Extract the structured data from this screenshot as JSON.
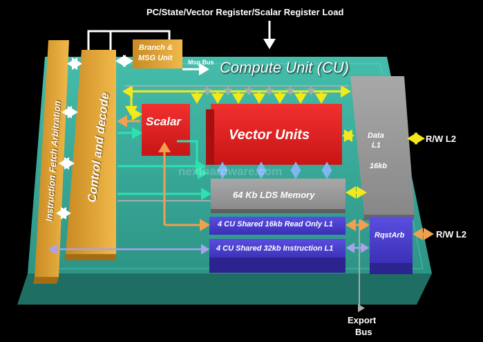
{
  "title": "PC/State/Vector Register/Scalar Register Load",
  "cu_label": "Compute Unit (CU)",
  "blocks": {
    "ifa": "Instruction Fetch Arbitration",
    "control": "Control and decode",
    "branch_line1": "Branch &",
    "branch_line2": "MSG Unit",
    "msg_bus": "Msg Bus",
    "scalar": "Scalar",
    "vector": "Vector Units",
    "data_l1_line1": "Data",
    "data_l1_line2": "L1",
    "data_l1_size": "16kb",
    "lds": "64 Kb LDS Memory",
    "ro_l1": "4 CU Shared 16kb Read Only L1",
    "instr_l1": "4 CU Shared 32kb Instruction  L1",
    "rqstarb": "RqstArb"
  },
  "ports": {
    "rw_l2_top": "R/W L2",
    "rw_l2_bottom": "R/W L2",
    "export_line1": "Export",
    "export_line2": "Bus"
  },
  "watermark": "nexthardware.com",
  "colors": {
    "board": "#3fb8a6",
    "orange_block": "#e3a93c",
    "red_block": "#e32222",
    "gray_block": "#9a9a9a",
    "purple_block": "#4b3fd0",
    "yellow_arrow": "#f5e81a",
    "teal_arrow": "#2fe0b0",
    "orange_arrow": "#f0a050",
    "lavender_arrow": "#a9a2ee",
    "blue_arrow": "#7fb6f0"
  }
}
